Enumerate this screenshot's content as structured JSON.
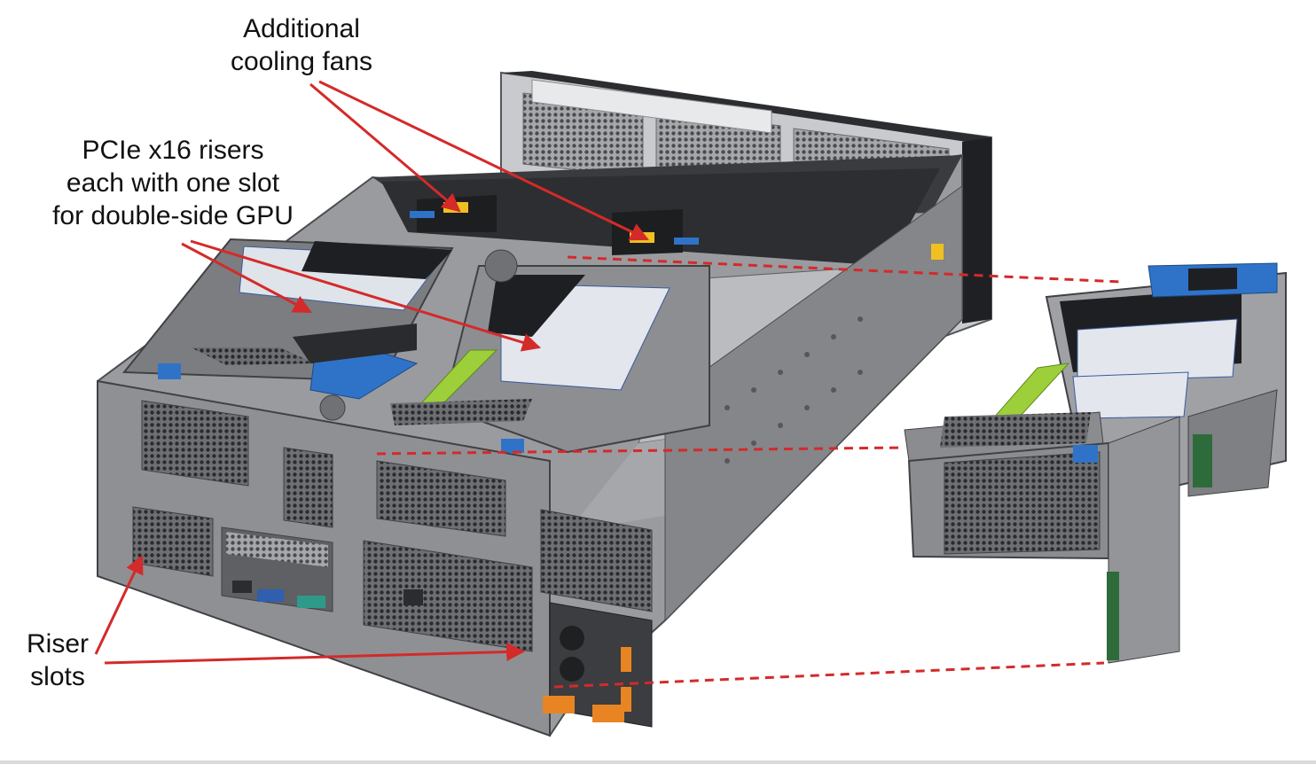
{
  "labels": {
    "cooling_fans": [
      "Additional",
      "cooling fans"
    ],
    "pcie_risers": [
      "PCIe x16 risers",
      "each with one slot",
      "for double-side GPU"
    ],
    "riser_slots": [
      "Riser",
      "slots"
    ]
  },
  "colors": {
    "arrow": "#d42a2a",
    "chassis": "#8d8e92",
    "chassis_dark": "#5e6064",
    "release_latch": "#2f73c9",
    "gpu_power_connector": "#9ccf3a",
    "psu_handle": "#e88522"
  },
  "icons": [
    "mesh-vent-icon",
    "label-sticker-icon",
    "release-latch-icon"
  ]
}
